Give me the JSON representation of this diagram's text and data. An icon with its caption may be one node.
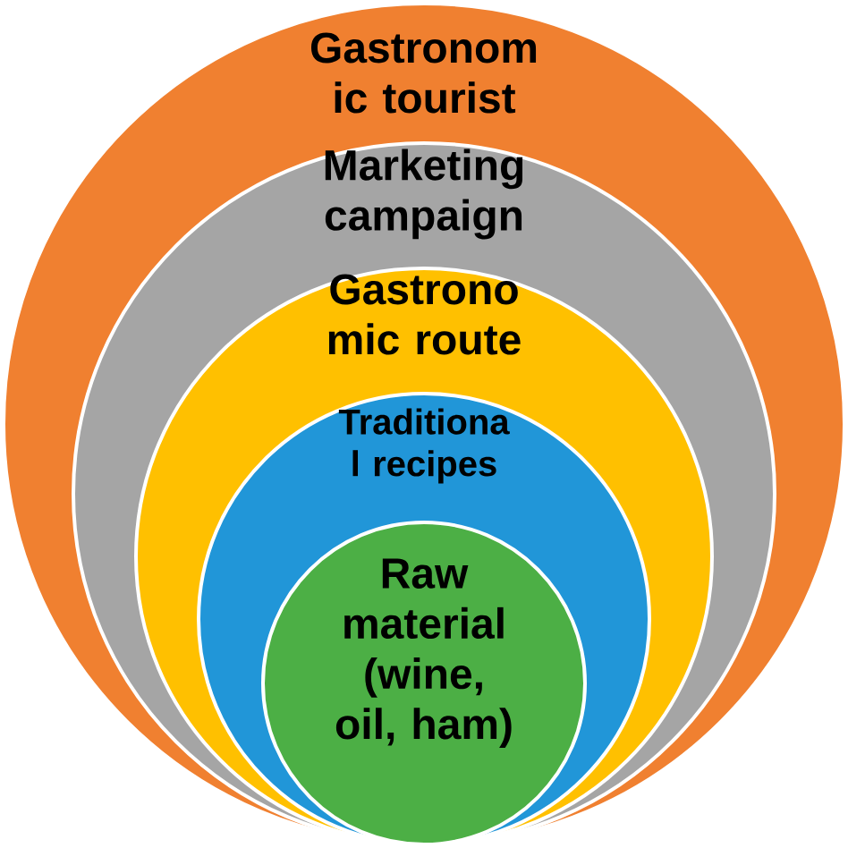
{
  "diagram": {
    "nodes": [
      {
        "text": [
          "Gastronom ic tourist"
        ]
      },
      {
        "text": [
          "Marketing campaign"
        ],
        "in": 0
      },
      {
        "text": [
          "Gastrono mic route"
        ],
        "in": 1
      },
      {
        "text": [
          "Traditiona l recipes"
        ],
        "in": 2
      },
      {
        "text": [
          "Raw material (wine, oil, ham)"
        ],
        "in": 3
      }
    ]
  }
}
